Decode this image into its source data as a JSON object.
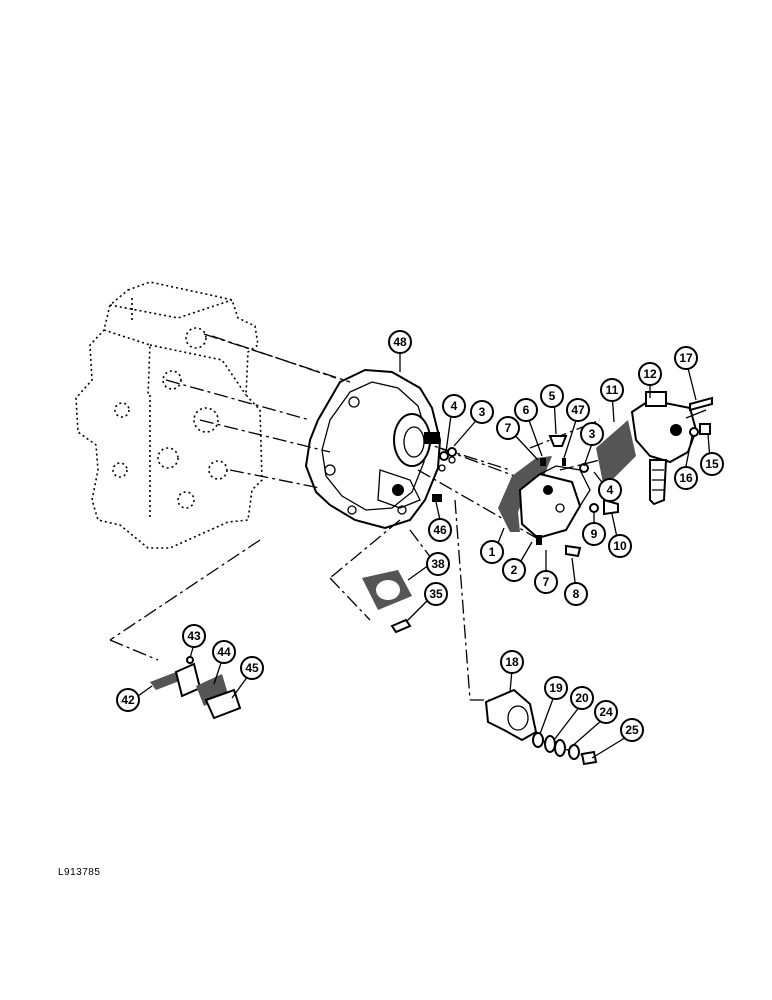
{
  "figure_reference": "L913785",
  "callouts": [
    {
      "id": "c48",
      "label": "48"
    },
    {
      "id": "c4a",
      "label": "4"
    },
    {
      "id": "c3a",
      "label": "3"
    },
    {
      "id": "c7a",
      "label": "7"
    },
    {
      "id": "c6",
      "label": "6"
    },
    {
      "id": "c5",
      "label": "5"
    },
    {
      "id": "c47",
      "label": "47"
    },
    {
      "id": "c3b",
      "label": "3"
    },
    {
      "id": "c11",
      "label": "11"
    },
    {
      "id": "c12",
      "label": "12"
    },
    {
      "id": "c17",
      "label": "17"
    },
    {
      "id": "c4b",
      "label": "4"
    },
    {
      "id": "c16",
      "label": "16"
    },
    {
      "id": "c15",
      "label": "15"
    },
    {
      "id": "c46",
      "label": "46"
    },
    {
      "id": "c1",
      "label": "1"
    },
    {
      "id": "c2",
      "label": "2"
    },
    {
      "id": "c7b",
      "label": "7"
    },
    {
      "id": "c8",
      "label": "8"
    },
    {
      "id": "c9",
      "label": "9"
    },
    {
      "id": "c10",
      "label": "10"
    },
    {
      "id": "c38",
      "label": "38"
    },
    {
      "id": "c35",
      "label": "35"
    },
    {
      "id": "c43",
      "label": "43"
    },
    {
      "id": "c44",
      "label": "44"
    },
    {
      "id": "c45",
      "label": "45"
    },
    {
      "id": "c42",
      "label": "42"
    },
    {
      "id": "c18",
      "label": "18"
    },
    {
      "id": "c19",
      "label": "19"
    },
    {
      "id": "c20",
      "label": "20"
    },
    {
      "id": "c24",
      "label": "24"
    },
    {
      "id": "c25",
      "label": "25"
    }
  ]
}
